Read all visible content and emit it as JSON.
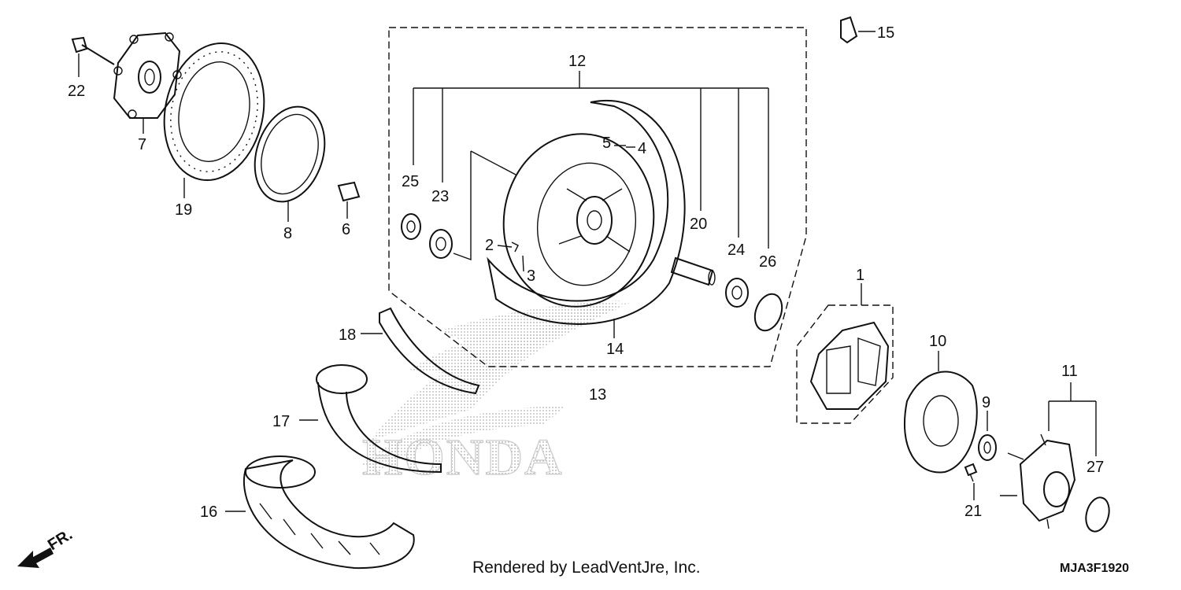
{
  "callouts": {
    "c1": "1",
    "c2": "2",
    "c3": "3",
    "c4": "4",
    "c5": "5",
    "c6": "6",
    "c7": "7",
    "c8": "8",
    "c9": "9",
    "c10": "10",
    "c11": "11",
    "c12": "12",
    "c13": "13",
    "c14": "14",
    "c15": "15",
    "c16": "16",
    "c17": "17",
    "c18": "18",
    "c19": "19",
    "c20": "20",
    "c21": "21",
    "c22": "22",
    "c23": "23",
    "c24": "24",
    "c25": "25",
    "c26": "26",
    "c27": "27"
  },
  "front_arrow": "FR.",
  "watermark": "HONDA",
  "footer": {
    "credit": "Rendered by LeadVentJre, Inc.",
    "code": "MJA3F1920"
  },
  "colors": {
    "ink": "#111111",
    "watermark": "#cfcfcf",
    "background": "#ffffff"
  }
}
